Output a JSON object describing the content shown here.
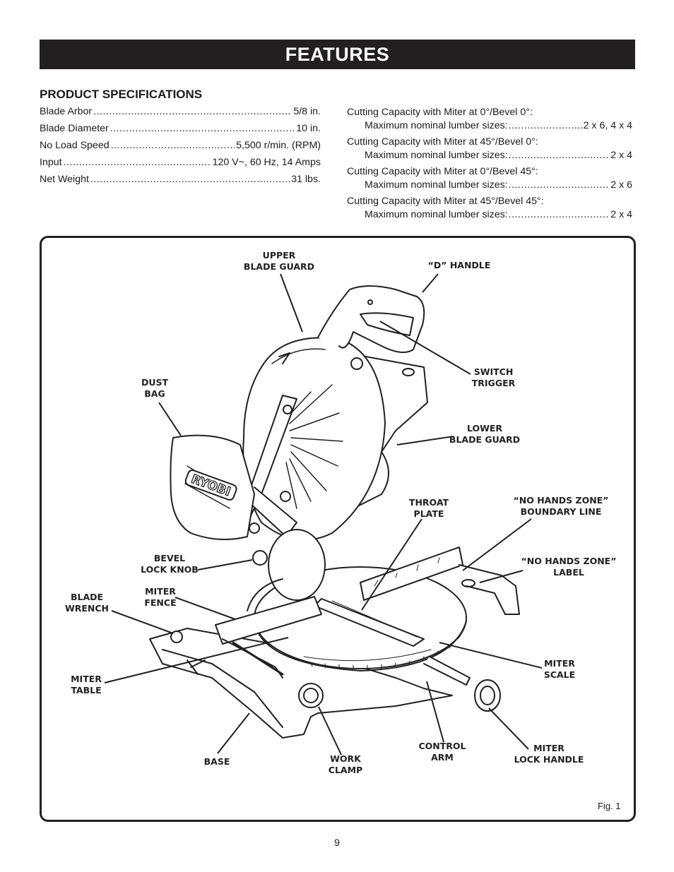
{
  "header": {
    "title": "FEATURES"
  },
  "specs": {
    "heading": "PRODUCT SPECIFICATIONS",
    "left": [
      {
        "label": "Blade Arbor",
        "value": "5/8 in."
      },
      {
        "label": "Blade Diameter",
        "value": "10 in."
      },
      {
        "label": "No Load Speed",
        "value": "5,500 r/min. (RPM)"
      },
      {
        "label": "Input",
        "value": "120 V~, 60 Hz, 14 Amps"
      },
      {
        "label": "Net Weight",
        "value": "31 lbs."
      }
    ],
    "right": [
      {
        "title": "Cutting Capacity with Miter at 0°/Bevel 0°:",
        "label": "Maximum nominal lumber sizes:",
        "value": "2 x 6, 4 x 4"
      },
      {
        "title": "Cutting Capacity with Miter at 45°/Bevel 0°:",
        "label": "Maximum nominal lumber sizes:",
        "value": "2 x 4"
      },
      {
        "title": "Cutting Capacity with Miter at 0°/Bevel 45°:",
        "label": "Maximum nominal lumber sizes:",
        "value": "2 x 6"
      },
      {
        "title": "Cutting Capacity with Miter at 45°/Bevel 45°:",
        "label": "Maximum nominal lumber sizes:",
        "value": "2 x 4"
      }
    ]
  },
  "figure": {
    "brand_logo": "RYOBI",
    "labels": {
      "upper_blade_guard": "UPPER\nBLADE GUARD",
      "d_handle": "“D” HANDLE",
      "switch_trigger": "SWITCH\nTRIGGER",
      "dust_bag": "DUST\nBAG",
      "lower_blade_guard": "LOWER\nBLADE GUARD",
      "throat_plate": "THROAT\nPLATE",
      "no_hands_zone_line": "“NO HANDS ZONE”\nBOUNDARY LINE",
      "bevel_lock_knob": "BEVEL\nLOCK KNOB",
      "no_hands_zone_label": "“NO HANDS ZONE”\nLABEL",
      "blade_wrench": "BLADE\nWRENCH",
      "miter_fence": "MITER\nFENCE",
      "miter_scale": "MITER\nSCALE",
      "miter_table": "MITER\nTABLE",
      "control_arm": "CONTROL\nARM",
      "miter_lock_handle": "MITER\nLOCK HANDLE",
      "base": "BASE",
      "work_clamp": "WORK\nCLAMP"
    },
    "caption": "Fig. 1"
  },
  "page_number": "9",
  "colors": {
    "ink": "#231f20",
    "paper": "#ffffff"
  }
}
